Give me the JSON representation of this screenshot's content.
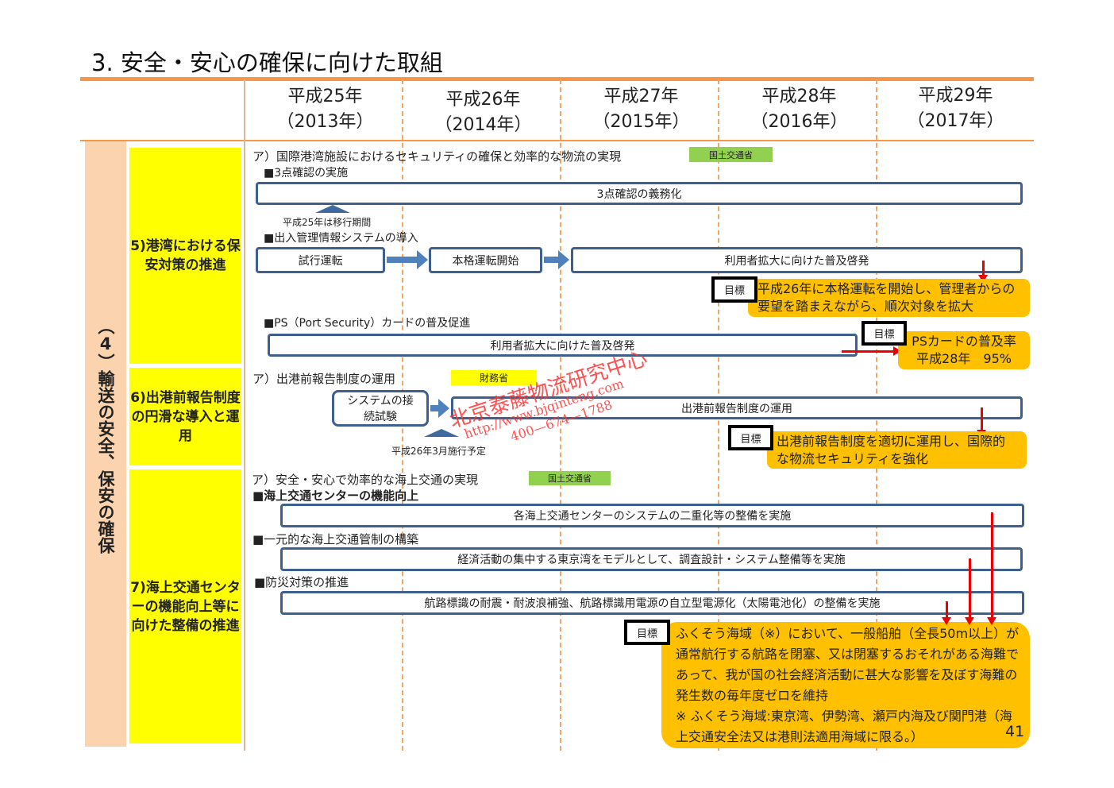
{
  "title": "3. 安全・安心の確保に向けた取組",
  "years": [
    {
      "era": "平成25年",
      "ad": "（2013年）"
    },
    {
      "era": "平成26年",
      "ad": "（2014年）"
    },
    {
      "era": "平成27年",
      "ad": "（2015年）"
    },
    {
      "era": "平成28年",
      "ad": "（2016年）"
    },
    {
      "era": "平成29年",
      "ad": "（2017年）"
    }
  ],
  "section": "（4）輸送の安全、保安の確保",
  "categories": [
    "5)港湾における保安対策の推進",
    "6)出港前報告制度の円滑な導入と運用",
    "7)海上交通センターの機能向上等に向けた整備の推進"
  ],
  "goal_label": "目標",
  "port": {
    "heading": "ア）国際港湾施設におけるセキュリティの確保と効率的な物流の実現",
    "ministry": "国土交通省",
    "sub1": "■3点確認の実施",
    "bar1": "3点確認の義務化",
    "note1": "平成25年は移行期間",
    "sub2": "■出入管理情報システムの導入",
    "step1": "試行運転",
    "step2": "本格運転開始",
    "step3": "利用者拡大に向けた普及啓発",
    "goal1": "平成26年に本格運転を開始し、管理者からの要望を踏まえながら、順次対象を拡大",
    "sub3": "■PS（Port Security）カードの普及促進",
    "bar3": "利用者拡大に向けた普及啓発",
    "goal2a": "PSカードの普及率",
    "goal2b": "平成28年　95%"
  },
  "report": {
    "heading": "ア）出港前報告制度の運用",
    "ministry": "財務省",
    "step1": "システムの接続試験",
    "bar": "出港前報告制度の運用",
    "note": "平成26年3月施行予定",
    "goal": "出港前報告制度を適切に運用し、国際的な物流セキュリティを強化"
  },
  "sea": {
    "heading": "ア）安全・安心で効率的な海上交通の実現",
    "ministry": "国土交通省",
    "sub1": "■海上交通センターの機能向上",
    "bar1": "各海上交通センターのシステムの二重化等の整備を実施",
    "sub2": "■一元的な海上交通管制の構築",
    "bar2": "経済活動の集中する東京湾をモデルとして、調査設計・システム整備等を実施",
    "sub3": "■防災対策の推進",
    "bar3": "航路標識の耐震・耐波浪補強、航路標識用電源の自立型電源化（太陽電池化）の整備を実施",
    "goal": "ふくそう海域（※）において、一般船舶（全長50m以上）が通常航行する航路を閉塞、又は閉塞するおそれがある海難であって、我が国の社会経済活動に甚大な影響を及ぼす海難の発生数の毎年度ゼロを維持",
    "goal_note": "※ ふくそう海域:東京湾、伊勢湾、瀬戸内海及び関門港（海上交通安全法又は港則法適用海域に限る。）"
  },
  "page_number": "41",
  "watermark": {
    "name": "北京泰藤物流研究中心",
    "url": "http://www.bjqinteng.com",
    "phone": "400—674—1788"
  }
}
